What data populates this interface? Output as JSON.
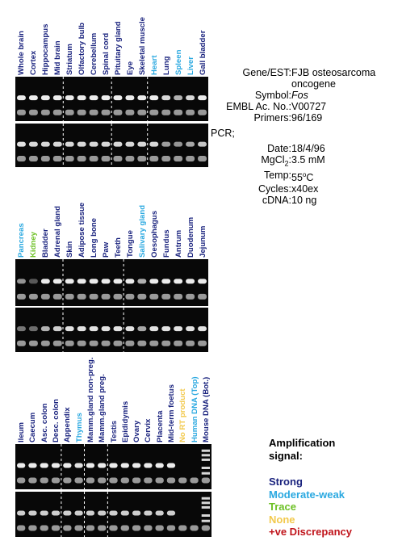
{
  "colors": {
    "strong": "#1a237e",
    "moderate": "#29a8e0",
    "trace": "#6cc024",
    "none": "#f2c94c",
    "discrepancy": "#c0141b"
  },
  "panels": [
    {
      "lanes": [
        {
          "label": "Whole brain",
          "level": "strong",
          "b1": 0.9,
          "b2": 0.85
        },
        {
          "label": "Cortex",
          "level": "strong",
          "b1": 0.9,
          "b2": 0.8
        },
        {
          "label": "Hippocampus",
          "level": "strong",
          "b1": 0.9,
          "b2": 0.8
        },
        {
          "label": "Mid brain",
          "level": "strong",
          "b1": 0.9,
          "b2": 0.8
        },
        {
          "label": "Striatum",
          "level": "strong",
          "b1": 0.9,
          "b2": 0.8
        },
        {
          "label": "Olfactory bulb",
          "level": "strong",
          "b1": 0.9,
          "b2": 0.8
        },
        {
          "label": "Cerebellum",
          "level": "strong",
          "b1": 0.9,
          "b2": 0.8
        },
        {
          "label": "Spinal cord",
          "level": "strong",
          "b1": 0.9,
          "b2": 0.8
        },
        {
          "label": "Pituitary gland",
          "level": "strong",
          "b1": 0.9,
          "b2": 0.8
        },
        {
          "label": "Eye",
          "level": "strong",
          "b1": 0.9,
          "b2": 0.8
        },
        {
          "label": "Skeletal muscle",
          "level": "strong",
          "b1": 0.9,
          "b2": 0.8
        },
        {
          "label": "Heart",
          "level": "moderate",
          "b1": 0.9,
          "b2": 0.8
        },
        {
          "label": "Lung",
          "level": "strong",
          "b1": 0.8,
          "b2": 0.5
        },
        {
          "label": "Spleen",
          "level": "moderate",
          "b1": 0.6,
          "b2": 0.45
        },
        {
          "label": "Liver",
          "level": "moderate",
          "b1": 0.8,
          "b2": 0.55
        },
        {
          "label": "Gall bladder",
          "level": "strong",
          "b1": 0.9,
          "b2": 0.7
        }
      ],
      "dividers": [
        3.97,
        7.98,
        10.96
      ]
    },
    {
      "lanes": [
        {
          "label": "Pancreas",
          "level": "moderate",
          "b1": 0.45,
          "b2": 0.3
        },
        {
          "label": "Kidney",
          "level": "trace",
          "b1": 0.15,
          "b2": 0.25
        },
        {
          "label": "Bladder",
          "level": "strong",
          "b1": 0.9,
          "b2": 0.6
        },
        {
          "label": "Adrenal gland",
          "level": "strong",
          "b1": 0.9,
          "b2": 0.75
        },
        {
          "label": "Skin",
          "level": "strong",
          "b1": 0.9,
          "b2": 0.85
        },
        {
          "label": "Adipose tissue",
          "level": "strong",
          "b1": 0.9,
          "b2": 0.85
        },
        {
          "label": "Long bone",
          "level": "strong",
          "b1": 0.9,
          "b2": 0.85
        },
        {
          "label": "Paw",
          "level": "strong",
          "b1": 0.9,
          "b2": 0.85
        },
        {
          "label": "Teeth",
          "level": "strong",
          "b1": 0.9,
          "b2": 0.85
        },
        {
          "label": "Tongue",
          "level": "strong",
          "b1": 0.9,
          "b2": 0.85
        },
        {
          "label": "Salivary gland",
          "level": "moderate",
          "b1": 0.6,
          "b2": 0.55
        },
        {
          "label": "Oesophagus",
          "level": "strong",
          "b1": 0.9,
          "b2": 0.85
        },
        {
          "label": "Fundus",
          "level": "strong",
          "b1": 0.9,
          "b2": 0.85
        },
        {
          "label": "Antrum",
          "level": "strong",
          "b1": 0.9,
          "b2": 0.85
        },
        {
          "label": "Duodenum",
          "level": "strong",
          "b1": 0.9,
          "b2": 0.85
        },
        {
          "label": "Jejunum",
          "level": "strong",
          "b1": 0.9,
          "b2": 0.85
        }
      ],
      "dividers": [
        3.95,
        8.98
      ]
    },
    {
      "lanes": [
        {
          "label": "Ileum",
          "level": "strong",
          "b1": 0.9,
          "b2": 0.75
        },
        {
          "label": "Caecum",
          "level": "strong",
          "b1": 0.9,
          "b2": 0.75
        },
        {
          "label": "Asc. colon",
          "level": "strong",
          "b1": 0.9,
          "b2": 0.75
        },
        {
          "label": "Desc. colon",
          "level": "strong",
          "b1": 0.9,
          "b2": 0.75
        },
        {
          "label": "Appendix",
          "level": "strong",
          "b1": 0.9,
          "b2": 0.75
        },
        {
          "label": "Thymus",
          "level": "moderate",
          "b1": 0.85,
          "b2": 0.75
        },
        {
          "label": "Mamm.gland non-preg.",
          "level": "strong",
          "b1": 0.9,
          "b2": 0.75
        },
        {
          "label": "Mamm.gland preg.",
          "level": "strong",
          "b1": 0.9,
          "b2": 0.75
        },
        {
          "label": "Testis",
          "level": "strong",
          "b1": 0.9,
          "b2": 0.75
        },
        {
          "label": "Epididymis",
          "level": "strong",
          "b1": 0.9,
          "b2": 0.75
        },
        {
          "label": "Ovary",
          "level": "strong",
          "b1": 0.9,
          "b2": 0.75
        },
        {
          "label": "Cervix",
          "level": "strong",
          "b1": 0.9,
          "b2": 0.75
        },
        {
          "label": "Placenta",
          "level": "strong",
          "b1": 0.9,
          "b2": 0.75
        },
        {
          "label": "Mid-term foetus",
          "level": "strong",
          "b1": 0.9,
          "b2": 0.75
        },
        {
          "label": "No RT product",
          "level": "none",
          "b1": 0.0,
          "b2": 0.0
        },
        {
          "label": "Human DNA (Top)",
          "level": "moderate",
          "b1": 0.0,
          "b2": 0.0
        },
        {
          "label": "Mouse DNA (Bot.)",
          "level": "strong",
          "b1": 0.0,
          "b2": 0.0
        }
      ],
      "dividers": [
        3.98,
        5.98,
        8.0
      ]
    }
  ],
  "info": {
    "gene_key": "Gene/EST:",
    "gene_val1": "FJB osteosarcoma",
    "gene_val2": "oncogene",
    "symbol_key": "Symbol:",
    "symbol_val": "Fos",
    "embl_key": "EMBL Ac. No.:",
    "embl_val": "V00727",
    "primers_key": "Primers:",
    "primers_val": "96/169",
    "pcr_key": "PCR;",
    "date_key": "Date:",
    "date_val": "18/4/96",
    "mgcl2_key": "MgCl",
    "mgcl2_sub": "2",
    "mgcl2_colon": ":",
    "mgcl2_val": "3.5 mM",
    "temp_key": "Temp:",
    "temp_val": "55",
    "temp_unit_sup": "o",
    "temp_unit": "C",
    "cycles_key": "Cycles:",
    "cycles_val": "x40ex",
    "cdna_key": "cDNA:",
    "cdna_val": "10 ng"
  },
  "legend": {
    "title1": "Amplification",
    "title2": "signal:",
    "strong": "Strong",
    "moderate": "Moderate-weak",
    "trace": "Trace",
    "none": "None",
    "discrepancy": "+ve Discrepancy"
  }
}
